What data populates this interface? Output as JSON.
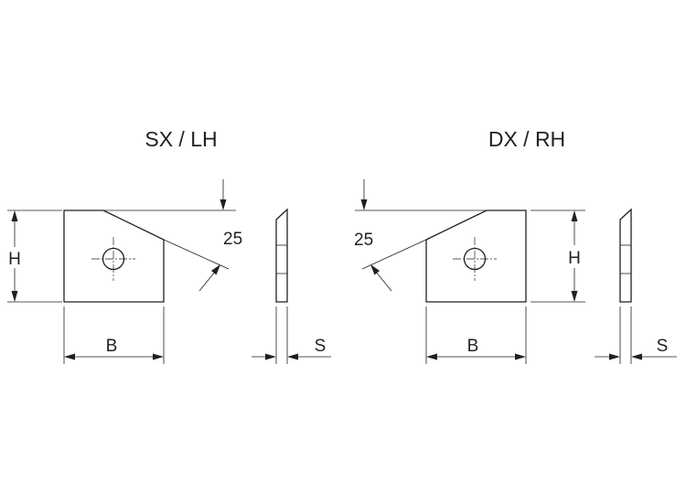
{
  "left": {
    "title": "SX / LH",
    "angle_label": "25",
    "height_label": "H",
    "width_label": "B",
    "thickness_label": "S"
  },
  "right": {
    "title": "DX / RH",
    "angle_label": "25",
    "height_label": "H",
    "width_label": "B",
    "thickness_label": "S"
  }
}
